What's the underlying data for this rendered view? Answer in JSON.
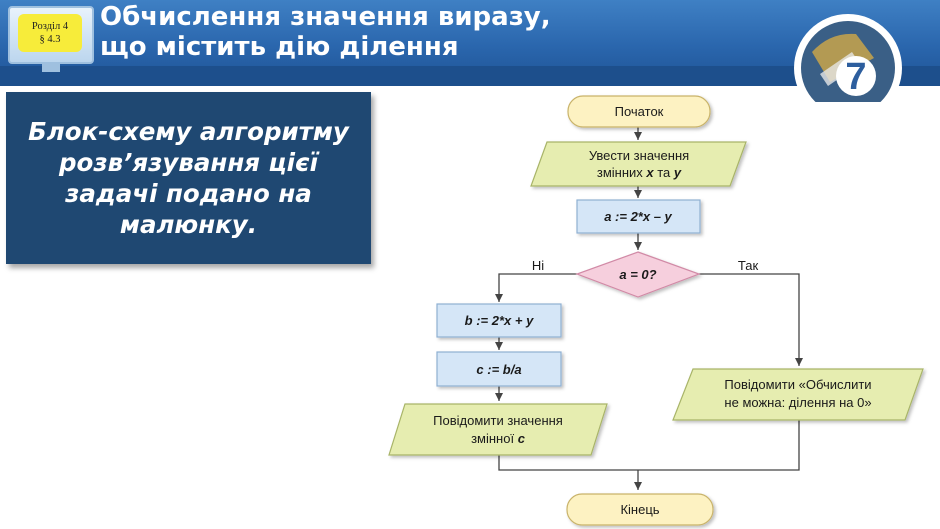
{
  "header": {
    "title_line1": "Обчислення значення виразу,",
    "title_line2": "що містить дію ділення",
    "section_label": "Розділ 4",
    "paragraph_label": "§ 4.3",
    "grade_number": "7"
  },
  "callout": {
    "text": "Блок-схему алгоритму розв’язування цієї задачі подано на малюнку."
  },
  "flowchart": {
    "start": "Початок",
    "input": {
      "line1": "Увести значення",
      "line2_pre": "змінних ",
      "var1": "x",
      "mid": " та ",
      "var2": "y"
    },
    "assign_a": "a := 2*x – y",
    "condition": "a = 0?",
    "no_label": "Ні",
    "yes_label": "Так",
    "assign_b": "b := 2*x + y",
    "assign_c": "c := b/a",
    "output_c": {
      "line1": "Повідомити значення",
      "line2_pre": "змінної ",
      "var": "c"
    },
    "output_error": {
      "line1": "Повідомити «Обчислити",
      "line2": "не можна: ділення на 0»"
    },
    "end": "Кінець"
  },
  "colors": {
    "header_blue": "#2a66ad",
    "callout_navy": "#1f4872",
    "terminal_fill": "#fdf2c2",
    "io_fill": "#e6edb0",
    "process_fill": "#d5e6f7",
    "decision_fill": "#f6cfdd",
    "badge_yellow": "#f7ec3a"
  },
  "icons": [
    "monitor-icon",
    "grade-logo-icon"
  ]
}
